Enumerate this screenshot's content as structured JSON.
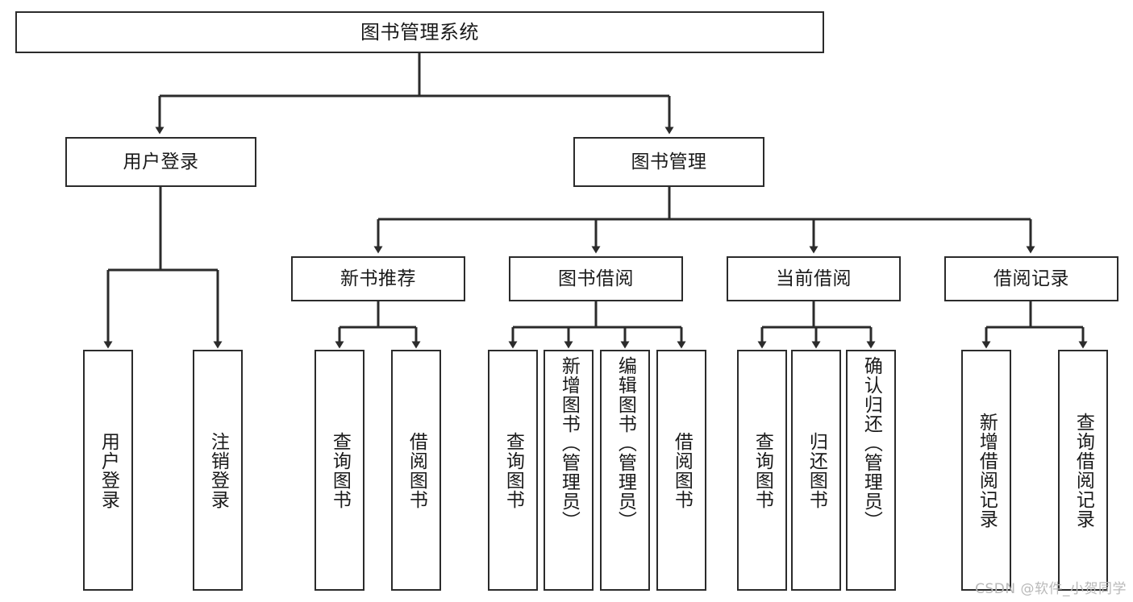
{
  "diagram": {
    "type": "tree-hierarchy",
    "title": "图书管理系统",
    "root": {
      "label": "图书管理系统"
    },
    "level1": [
      {
        "id": "user-login",
        "label": "用户登录"
      },
      {
        "id": "book-manage",
        "label": "图书管理"
      }
    ],
    "level2": [
      {
        "id": "new-book-recommend",
        "label": "新书推荐",
        "parent": "book-manage"
      },
      {
        "id": "book-borrow",
        "label": "图书借阅",
        "parent": "book-manage"
      },
      {
        "id": "current-borrow",
        "label": "当前借阅",
        "parent": "book-manage"
      },
      {
        "id": "borrow-record",
        "label": "借阅记录",
        "parent": "book-manage"
      }
    ],
    "leaves": [
      {
        "id": "leaf-user-login",
        "label": "用户登录",
        "parent": "user-login"
      },
      {
        "id": "leaf-logout",
        "label": "注销登录",
        "parent": "user-login"
      },
      {
        "id": "leaf-query-book-1",
        "label": "查询图书",
        "parent": "new-book-recommend"
      },
      {
        "id": "leaf-borrow-book-1",
        "label": "借阅图书",
        "parent": "new-book-recommend"
      },
      {
        "id": "leaf-query-book-2",
        "label": "查询图书",
        "parent": "book-borrow"
      },
      {
        "id": "leaf-add-book",
        "label": "新增图书（管理员）",
        "parent": "book-borrow"
      },
      {
        "id": "leaf-edit-book",
        "label": "编辑图书（管理员）",
        "parent": "book-borrow"
      },
      {
        "id": "leaf-borrow-book-2",
        "label": "借阅图书",
        "parent": "book-borrow"
      },
      {
        "id": "leaf-query-book-3",
        "label": "查询图书",
        "parent": "current-borrow"
      },
      {
        "id": "leaf-return-book",
        "label": "归还图书",
        "parent": "current-borrow"
      },
      {
        "id": "leaf-confirm-return",
        "label": "确认归还（管理员）",
        "parent": "current-borrow"
      },
      {
        "id": "leaf-add-record",
        "label": "新增借阅记录",
        "parent": "borrow-record"
      },
      {
        "id": "leaf-query-record",
        "label": "查询借阅记录",
        "parent": "borrow-record"
      }
    ],
    "colors": {
      "stroke": "#2b2b2b",
      "fill": "#ffffff",
      "text": "#1a1a1a",
      "watermark": "#b9b9b9"
    }
  },
  "watermark": {
    "text": "CSDN @软件_小贺同学"
  }
}
